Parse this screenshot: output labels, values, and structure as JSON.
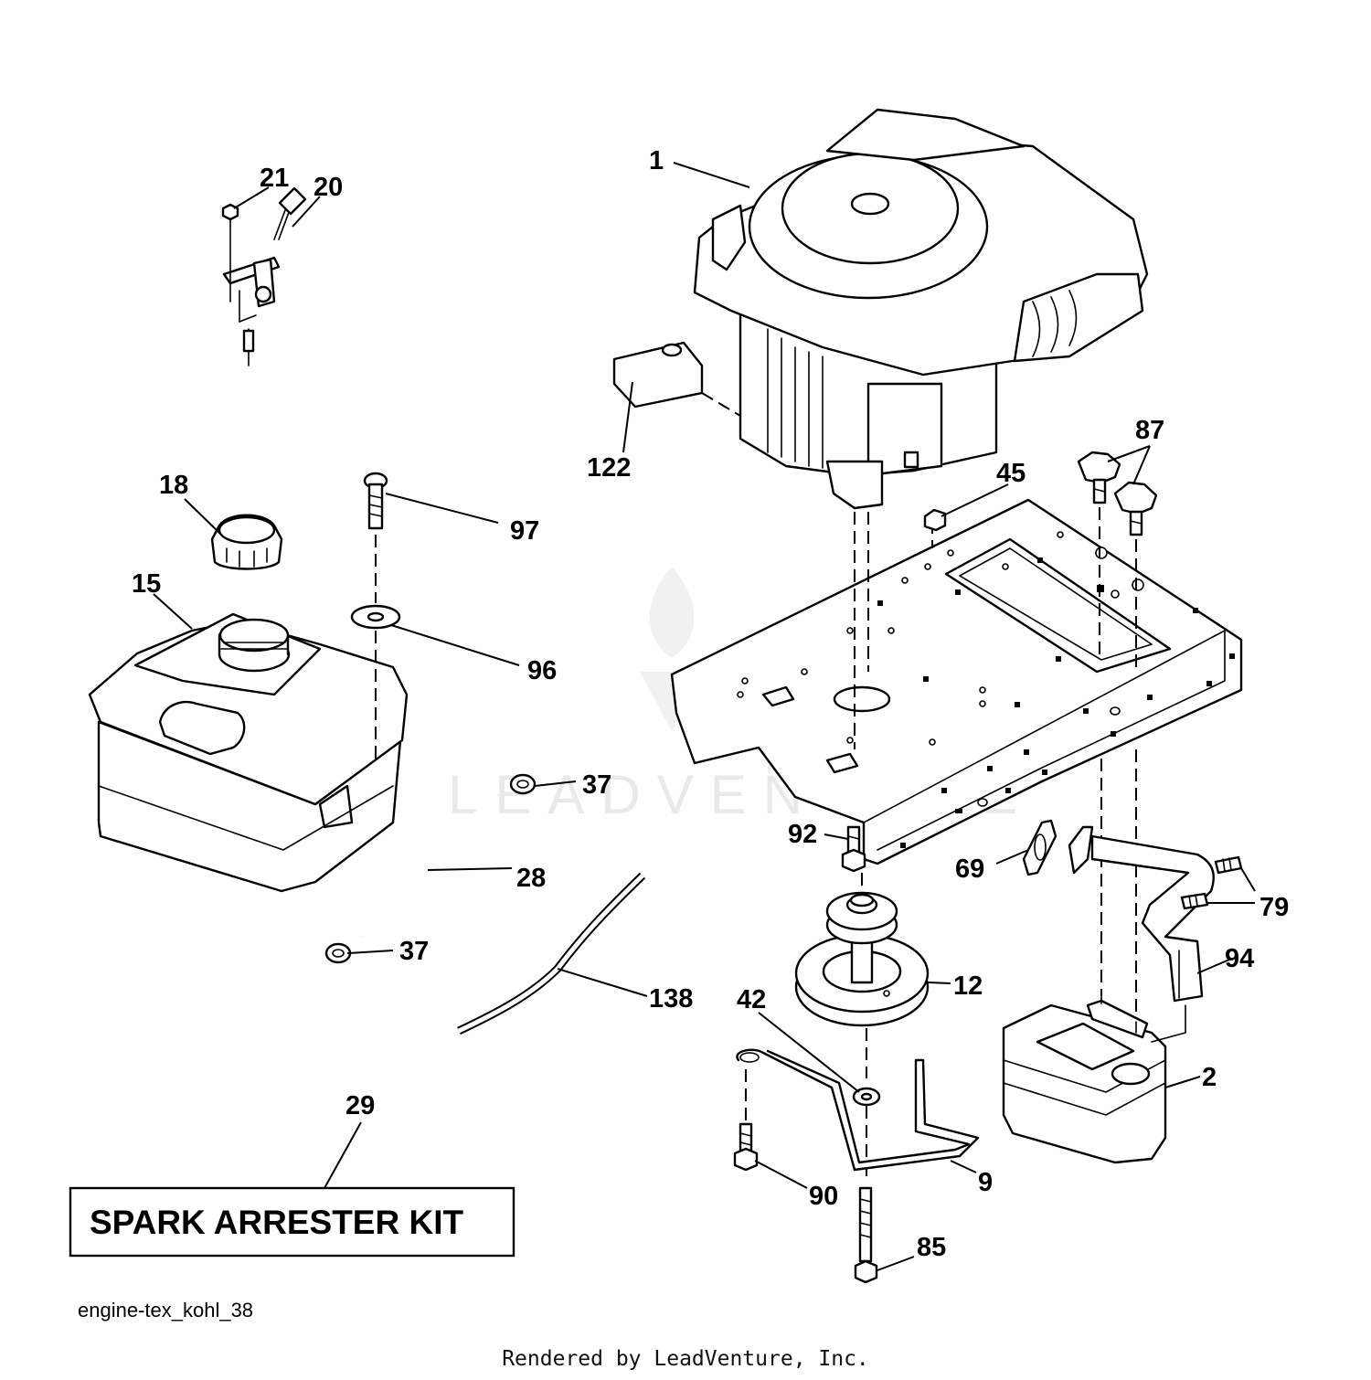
{
  "diagram": {
    "kit_box_label": "SPARK ARRESTER KIT",
    "figure_id": "engine-tex_kohl_38",
    "credit": "Rendered by LeadVenture, Inc.",
    "watermark": "LEADVENTURE"
  },
  "callouts": {
    "c1": "1",
    "c2": "2",
    "c9": "9",
    "c12": "12",
    "c15": "15",
    "c18": "18",
    "c20": "20",
    "c21": "21",
    "c28": "28",
    "c29": "29",
    "c37a": "37",
    "c37b": "37",
    "c42": "42",
    "c45": "45",
    "c69": "69",
    "c79": "79",
    "c85": "85",
    "c87": "87",
    "c90": "90",
    "c92": "92",
    "c94": "94",
    "c96": "96",
    "c97": "97",
    "c122": "122",
    "c138": "138"
  }
}
